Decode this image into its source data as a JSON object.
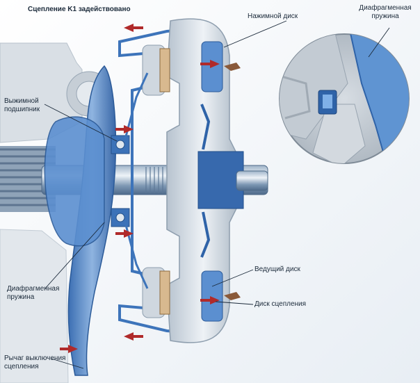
{
  "title": "Сцепление K1 задействовано",
  "labels": {
    "pressure_plate": "Нажимной диск",
    "diaphragm_spring_inset": [
      "Диафрагменная",
      "пружина"
    ],
    "release_bearing": [
      "Выжимной",
      "подшипник"
    ],
    "diaphragm_spring": [
      "Диафрагменная",
      "пружина"
    ],
    "drive_disc": "Ведущий диск",
    "clutch_disc": "Диск сцепления",
    "release_lever": [
      "Рычаг выключения",
      "сцепления"
    ]
  },
  "colors": {
    "accent_blue": "#4f8ed0",
    "dark_blue": "#2f63a8",
    "steel": "#c9d3dc",
    "arrow_red": "#b02a2a",
    "lever_brown": "#8a5a3a"
  }
}
